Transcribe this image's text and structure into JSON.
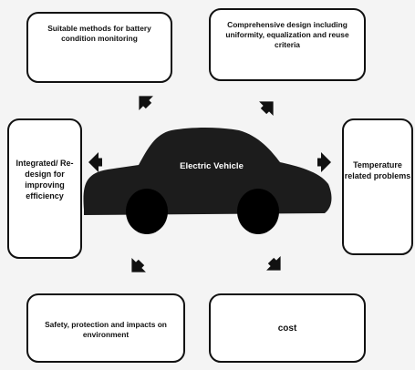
{
  "boxes": {
    "top_left": "Suitable methods for battery condition monitoring",
    "top_right": "Comprehensive design including uniformity, equalization and reuse criteria",
    "left": "Integrated/ Re-design for improving efficiency",
    "right": "Temperature related problems",
    "bottom_left": "Safety, protection and impacts on environment",
    "bottom_right": "cost"
  },
  "center": {
    "label": "Electric Vehicle",
    "icon": "car-silhouette-icon"
  },
  "arrows": [
    "arrow-up-left-icon",
    "arrow-up-right-icon",
    "arrow-left-icon",
    "arrow-right-icon",
    "arrow-down-left-icon",
    "arrow-down-right-icon"
  ],
  "colors": {
    "box_border": "#111111",
    "car": "#1c1c1c",
    "wheels": "#000000",
    "background": "#f4f4f4"
  }
}
